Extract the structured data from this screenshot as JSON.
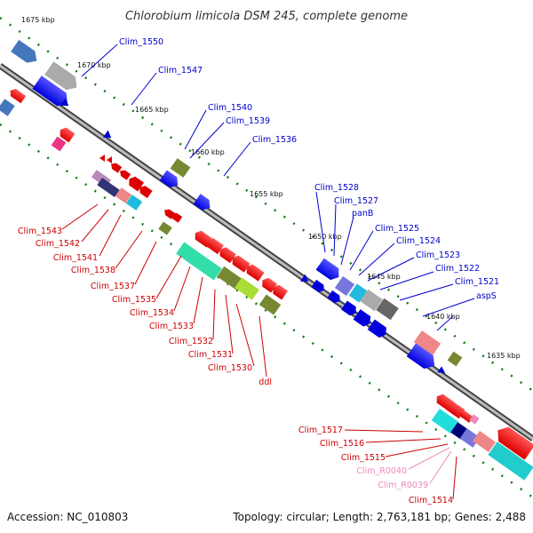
{
  "title": "Chlorobium limicola DSM 245, complete genome",
  "accession": "Accession: NC_010803",
  "topology": "Topology: circular; Length: 2,763,181 bp; Genes: 2,488",
  "colors": {
    "forward_label": "#0000cc",
    "reverse_label": "#cc0000",
    "rna_label": "#ee88bb",
    "backbone": "#888888",
    "tick": "#117711"
  },
  "kbp_labels": [
    "1675 kbp",
    "1670 kbp",
    "1665 kbp",
    "1660 kbp",
    "1655 kbp",
    "1650 kbp",
    "1645 kbp",
    "1640 kbp",
    "1635 kbp"
  ],
  "forward_genes": [
    "Clim_1550",
    "Clim_1547",
    "Clim_1540",
    "Clim_1539",
    "Clim_1536",
    "Clim_1528",
    "Clim_1527",
    "panB",
    "Clim_1525",
    "Clim_1524",
    "Clim_1523",
    "Clim_1522",
    "Clim_1521",
    "aspS"
  ],
  "reverse_genes": [
    "Clim_1543",
    "Clim_1542",
    "Clim_1541",
    "Clim_1538",
    "Clim_1537",
    "Clim_1535",
    "Clim_1534",
    "Clim_1533",
    "Clim_1532",
    "Clim_1531",
    "Clim_1530",
    "ddl",
    "Clim_1517",
    "Clim_1516",
    "Clim_1515",
    "Clim_1514"
  ],
  "rna_genes": [
    "Clim_R0040",
    "Clim_R0039"
  ]
}
